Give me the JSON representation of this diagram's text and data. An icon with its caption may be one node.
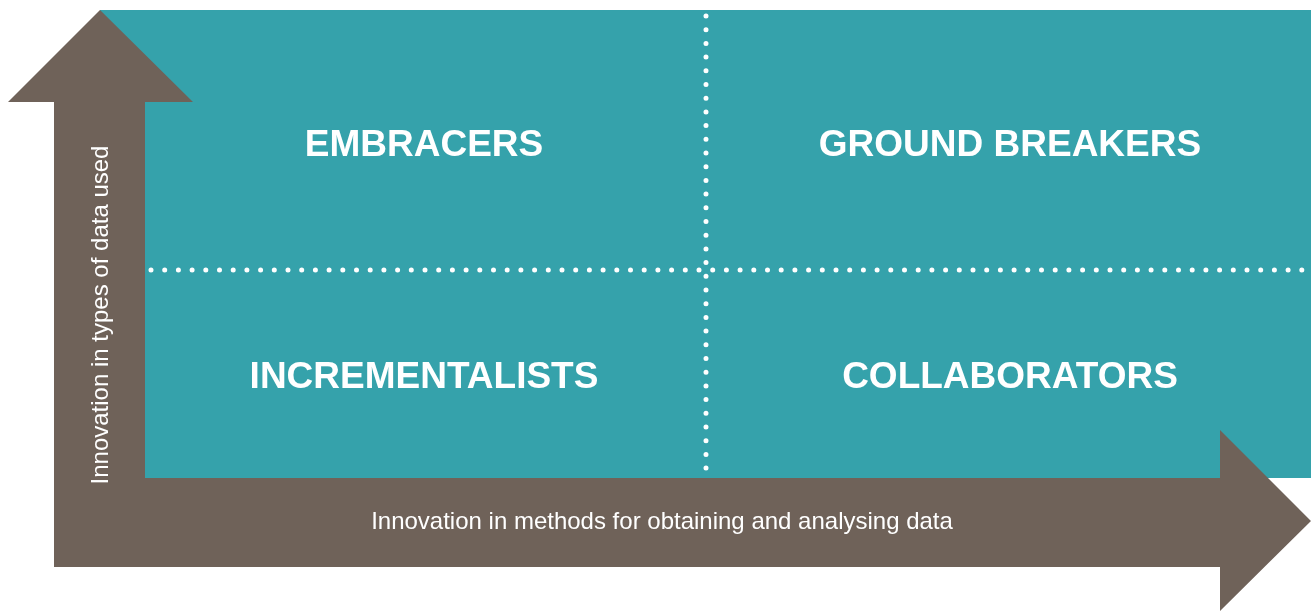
{
  "diagram": {
    "nodes": [
      {
        "text": [
          "EMBRACERS"
        ]
      },
      {
        "text": [
          "GROUND BREAKERS"
        ]
      },
      {
        "text": [
          "INCREMENTALISTS"
        ]
      },
      {
        "text": [
          "COLLABORATORS"
        ]
      }
    ],
    "edges": [],
    "labels": [
      "Innovation in types of data used",
      "Innovation in methods for obtaining and analysing data"
    ]
  }
}
